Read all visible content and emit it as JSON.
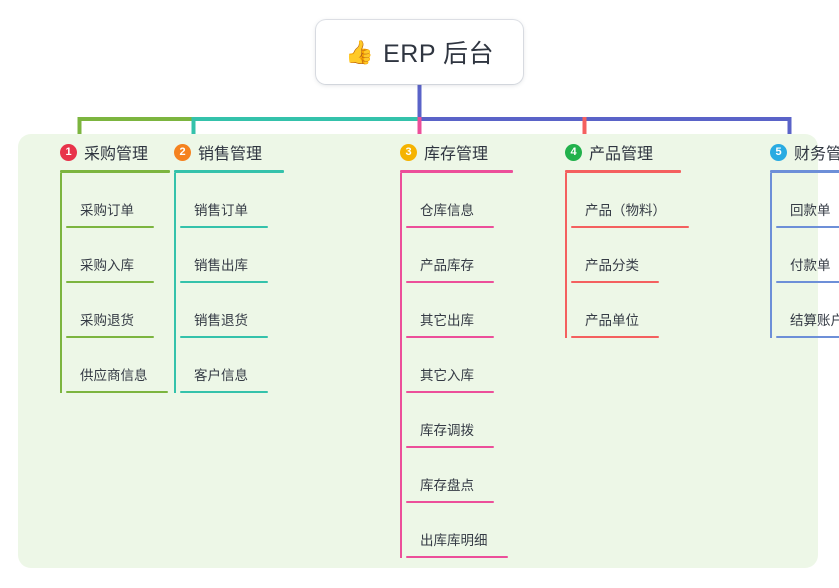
{
  "diagram": {
    "type": "mind-map",
    "background_color": "#ffffff",
    "panel_color": "#edf7e7",
    "root": {
      "emoji": "👍",
      "emoji_name": "thumbs-up-emoji",
      "label": "ERP 后台",
      "connector_color": "#5a63c8"
    },
    "branches": [
      {
        "index": "1",
        "title": "采购管理",
        "badge_color": "#e8334a",
        "line_color": "#7cb53f",
        "title_width": 110,
        "items": [
          {
            "label": "采购订单",
            "rule_width": 88
          },
          {
            "label": "采购入库",
            "rule_width": 88
          },
          {
            "label": "采购退货",
            "rule_width": 88
          },
          {
            "label": "供应商信息",
            "rule_width": 102
          }
        ]
      },
      {
        "index": "2",
        "title": "销售管理",
        "badge_color": "#f5821f",
        "line_color": "#34c2ab",
        "title_width": 110,
        "items": [
          {
            "label": "销售订单",
            "rule_width": 88
          },
          {
            "label": "销售出库",
            "rule_width": 88
          },
          {
            "label": "销售退货",
            "rule_width": 88
          },
          {
            "label": "客户信息",
            "rule_width": 88
          }
        ]
      },
      {
        "index": "3",
        "title": "库存管理",
        "badge_color": "#f5b301",
        "line_color": "#ec4f9a",
        "title_width": 113,
        "items": [
          {
            "label": "仓库信息",
            "rule_width": 88
          },
          {
            "label": "产品库存",
            "rule_width": 88
          },
          {
            "label": "其它出库",
            "rule_width": 88
          },
          {
            "label": "其它入库",
            "rule_width": 88
          },
          {
            "label": "库存调拨",
            "rule_width": 88
          },
          {
            "label": "库存盘点",
            "rule_width": 88
          },
          {
            "label": "出库库明细",
            "rule_width": 102
          }
        ]
      },
      {
        "index": "4",
        "title": "产品管理",
        "badge_color": "#22b14c",
        "line_color": "#f4605f",
        "title_width": 116,
        "items": [
          {
            "label": "产品（物料）",
            "rule_width": 118
          },
          {
            "label": "产品分类",
            "rule_width": 88
          },
          {
            "label": "产品单位",
            "rule_width": 88
          }
        ]
      },
      {
        "index": "5",
        "title": "财务管理",
        "badge_color": "#29abe2",
        "line_color": "#6d8fd8",
        "title_width": 112,
        "items": [
          {
            "label": "回款单",
            "rule_width": 74
          },
          {
            "label": "付款单",
            "rule_width": 74
          },
          {
            "label": "结算账户",
            "rule_width": 88
          }
        ]
      }
    ],
    "connector_segments": [
      {
        "name": "trunk-green",
        "color": "#7cb53f"
      },
      {
        "name": "trunk-teal",
        "color": "#34c2ab"
      },
      {
        "name": "trunk-blue",
        "color": "#5a63c8"
      },
      {
        "name": "drop-1-green",
        "color": "#7cb53f"
      },
      {
        "name": "drop-2-teal",
        "color": "#34c2ab"
      },
      {
        "name": "drop-3-pink",
        "color": "#ec4f9a"
      },
      {
        "name": "drop-4-red",
        "color": "#f4605f"
      },
      {
        "name": "drop-5-blue",
        "color": "#5a63c8"
      }
    ]
  }
}
